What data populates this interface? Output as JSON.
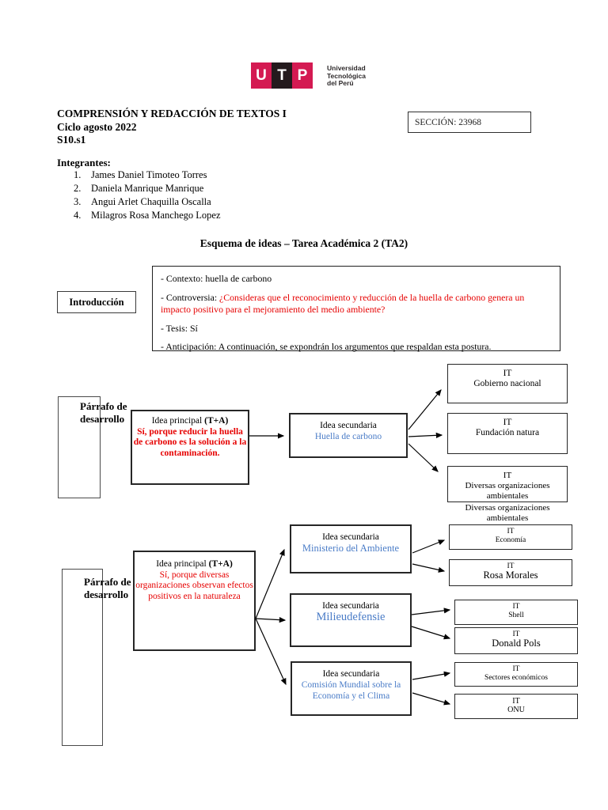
{
  "colors": {
    "logo_red": "#d41a52",
    "logo_dark": "#241a1d",
    "red_text": "#e60000",
    "blue_text": "#4a7cc7"
  },
  "logo": {
    "blocks": [
      {
        "letter": "U"
      },
      {
        "letter": "T"
      },
      {
        "letter": "P"
      }
    ],
    "caption": [
      "Universidad",
      "Tecnológica",
      "del Perú"
    ]
  },
  "header": {
    "course": "COMPRENSIÓN Y REDACCIÓN DE TEXTOS I",
    "cycle": "Ciclo agosto 2022",
    "session": "S10.s1",
    "section": "SECCIÓN: 23968"
  },
  "members": {
    "heading": "Integrantes:",
    "items": [
      {
        "num": "1.",
        "name": "James Daniel Timoteo Torres"
      },
      {
        "num": "2.",
        "name": "Daniela Manrique Manrique"
      },
      {
        "num": "3.",
        "name": "Angui Arlet Chaquilla Oscalla"
      },
      {
        "num": "4.",
        "name": "Milagros Rosa Manchego Lopez"
      }
    ]
  },
  "doc_title": "Esquema de ideas – Tarea Académica 2 (TA2)",
  "intro": {
    "label": "Introducción",
    "contexto": "- Contexto: huella de carbono",
    "controversia_prefix": "- Controversia: ",
    "controversia_question": "¿Consideras que el reconocimiento y reducción de la huella de carbono genera un impacto positivo para el mejoramiento del medio ambiente?",
    "tesis": "- Tesis: Sí",
    "anticipacion": "- Anticipación: A continuación, se expondrán los argumentos que respaldan esta postura."
  },
  "sections": [
    {
      "label": "Párrafo de desarrollo",
      "idea_principal": {
        "title_plain": "Idea principal ",
        "title_bold": "(T+A)",
        "text": "Sí, porque reducir la huella de carbono es la solución a la contaminación."
      },
      "ideas_secundarias": [
        {
          "heading": "Idea secundaria",
          "name": "Huella de carbono"
        }
      ],
      "it_boxes": [
        {
          "tag": "IT",
          "name": "Gobierno nacional"
        },
        {
          "tag": "IT",
          "name": "Fundación natura"
        },
        {
          "tag": "IT",
          "name": "Diversas organizaciones ambientales"
        }
      ],
      "overflow_text": "Diversas organizaciones ambientales"
    },
    {
      "label": "Párrafo de desarrollo",
      "idea_principal": {
        "title_plain": "Idea principal ",
        "title_bold": "(T+A)",
        "text": "Sí, porque diversas organizaciones observan efectos positivos en la naturaleza"
      },
      "ideas_secundarias": [
        {
          "heading": "Idea secundaria",
          "name": "Ministerio del Ambiente"
        },
        {
          "heading": "Idea secundaria",
          "name": "Milieudefensie"
        },
        {
          "heading": "Idea secundaria",
          "name": "Comisión Mundial sobre la Economía y el Clima"
        }
      ],
      "it_boxes": [
        {
          "tag": "IT",
          "name": "Economía"
        },
        {
          "tag": "IT",
          "name": "Rosa Morales"
        },
        {
          "tag": "IT",
          "name": "Shell"
        },
        {
          "tag": "IT",
          "name": "Donald Pols"
        },
        {
          "tag": "IT",
          "name": "Sectores económicos"
        },
        {
          "tag": "IT",
          "name": "ONU"
        }
      ]
    }
  ]
}
